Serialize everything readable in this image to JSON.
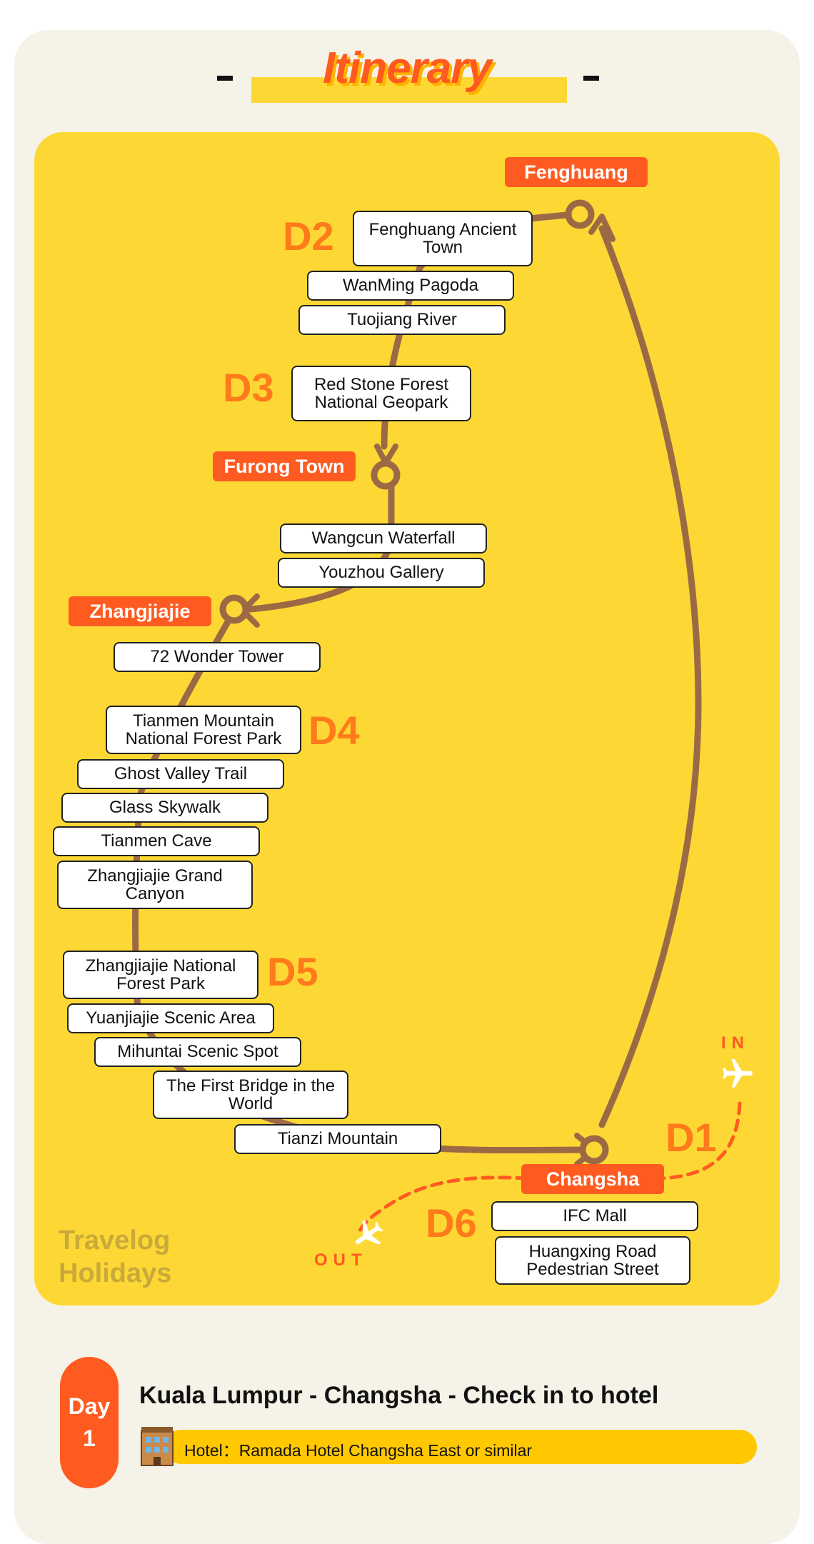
{
  "header": {
    "title": "Itinerary"
  },
  "brand": {
    "line1": "Travelog",
    "line2": "Holidays"
  },
  "cities": {
    "fenghuang": "Fenghuang",
    "furong": "Furong Town",
    "zhangjiajie": "Zhangjiajie",
    "changsha": "Changsha"
  },
  "days": {
    "d1": "D1",
    "d2": "D2",
    "d3": "D3",
    "d4": "D4",
    "d5": "D5",
    "d6": "D6"
  },
  "flight": {
    "in": "IN",
    "out": "OUT"
  },
  "attractions": {
    "fenghuang_ancient_town": "Fenghuang Ancient Town",
    "wanming_pagoda": "WanMing Pagoda",
    "tuojiang_river": "Tuojiang River",
    "red_stone_forest": "Red Stone Forest National Geopark",
    "wangcun_waterfall": "Wangcun Waterfall",
    "youzhou_gallery": "Youzhou Gallery",
    "wonder_tower": "72 Wonder Tower",
    "tianmen_mountain": "Tianmen Mountain National Forest Park",
    "ghost_valley": "Ghost Valley Trail",
    "glass_skywalk": "Glass Skywalk",
    "tianmen_cave": "Tianmen Cave",
    "grand_canyon": "Zhangjiajie Grand Canyon",
    "national_forest_park": "Zhangjiajie National Forest Park",
    "yuanjiajie": "Yuanjiajie Scenic Area",
    "mihuntai": "Mihuntai Scenic Spot",
    "first_bridge": "The First Bridge in the World",
    "tianzi": "Tianzi Mountain",
    "ifc_mall": "IFC Mall",
    "huangxing": "Huangxing Road Pedestrian Street"
  },
  "day1": {
    "label": "Day",
    "number": "1",
    "title": "Kuala Lumpur - Changsha - Check in to hotel",
    "hotel": "Hotel：Ramada Hotel Changsha East or similar"
  },
  "colors": {
    "accent": "#ff5a1f",
    "map_bg": "#fdd835",
    "route": "#9b6a45",
    "day_label": "#ff7a1a",
    "page_bg": "#f5f2e7"
  }
}
